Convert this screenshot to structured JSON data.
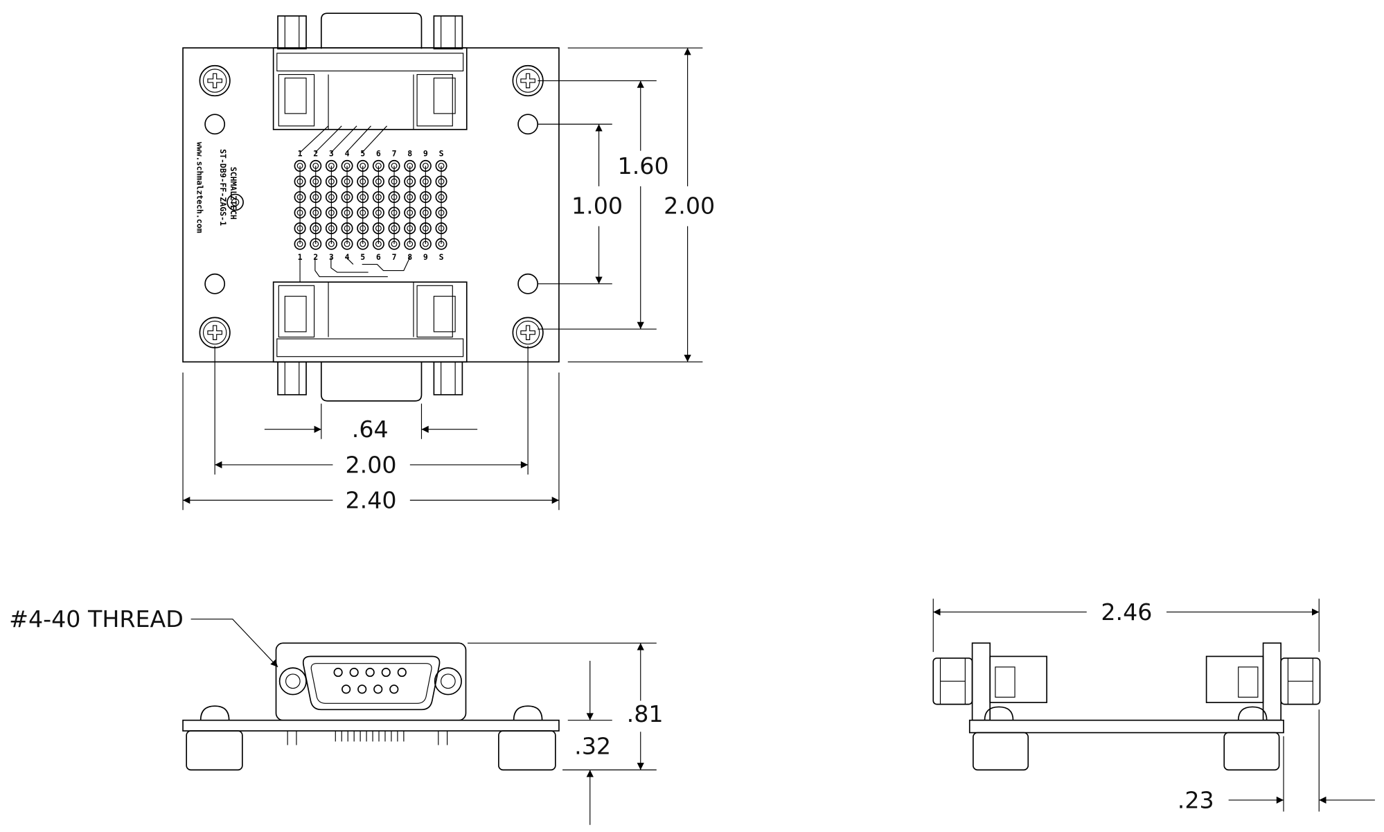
{
  "board_text": {
    "brand": "SCHMALZTECH",
    "part": "ST-DB9-FF-ZAGS-1",
    "url": "www.schmalztech.com"
  },
  "pin_labels_top": [
    "1",
    "2",
    "3",
    "4",
    "5",
    "6",
    "7",
    "8",
    "9",
    "S"
  ],
  "pin_labels_bottom": [
    "1",
    "2",
    "3",
    "4",
    "5",
    "6",
    "7",
    "8",
    "9",
    "S"
  ],
  "dimensions": {
    "top_view": {
      "mount_hole_spacing_v": "1.60",
      "hole_spacing_v": "1.00",
      "board_height": "2.00",
      "connector_width": ".64",
      "mount_hole_spacing_h": "2.00",
      "board_width": "2.40"
    },
    "front_view": {
      "thread_callout": "#4-40 THREAD",
      "overall_height": ".81",
      "board_height": ".32"
    },
    "side_view": {
      "overall_length": "2.46",
      "overhang": ".23"
    }
  }
}
